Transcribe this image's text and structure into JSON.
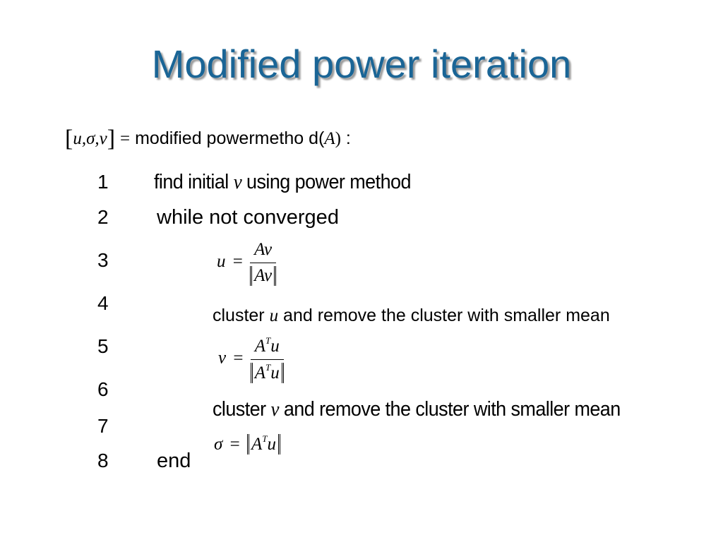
{
  "title": "Modified power iteration",
  "signature": {
    "outputs": "u,σ,v",
    "equals": "=",
    "function_name": "modified powermetho d(",
    "argument": "A",
    "close": ")",
    "colon": ":"
  },
  "lines": [
    {
      "number": "1",
      "pre": "find initial",
      "var": "v",
      "post": "using power method"
    },
    {
      "number": "2",
      "text": "while not converged"
    },
    {
      "number": "3",
      "lhs": "u",
      "eq": "=",
      "numerator": "Av",
      "denominator": "Av"
    },
    {
      "number": "4",
      "pre": "cluster",
      "var": "u",
      "post": "and remove the cluster with smaller mean"
    },
    {
      "number": "5",
      "lhs": "v",
      "eq": "=",
      "num_base": "A",
      "num_sup": "T",
      "num_var": "u",
      "den_base": "A",
      "den_sup": "T",
      "den_var": "u"
    },
    {
      "number": "6",
      "pre": "cluster",
      "var": "v",
      "post": "and remove the cluster with smaller mean"
    },
    {
      "number": "7",
      "lhs": "σ",
      "eq": "=",
      "base": "A",
      "sup": "T",
      "var": "u"
    },
    {
      "number": "8",
      "text": "end"
    }
  ]
}
